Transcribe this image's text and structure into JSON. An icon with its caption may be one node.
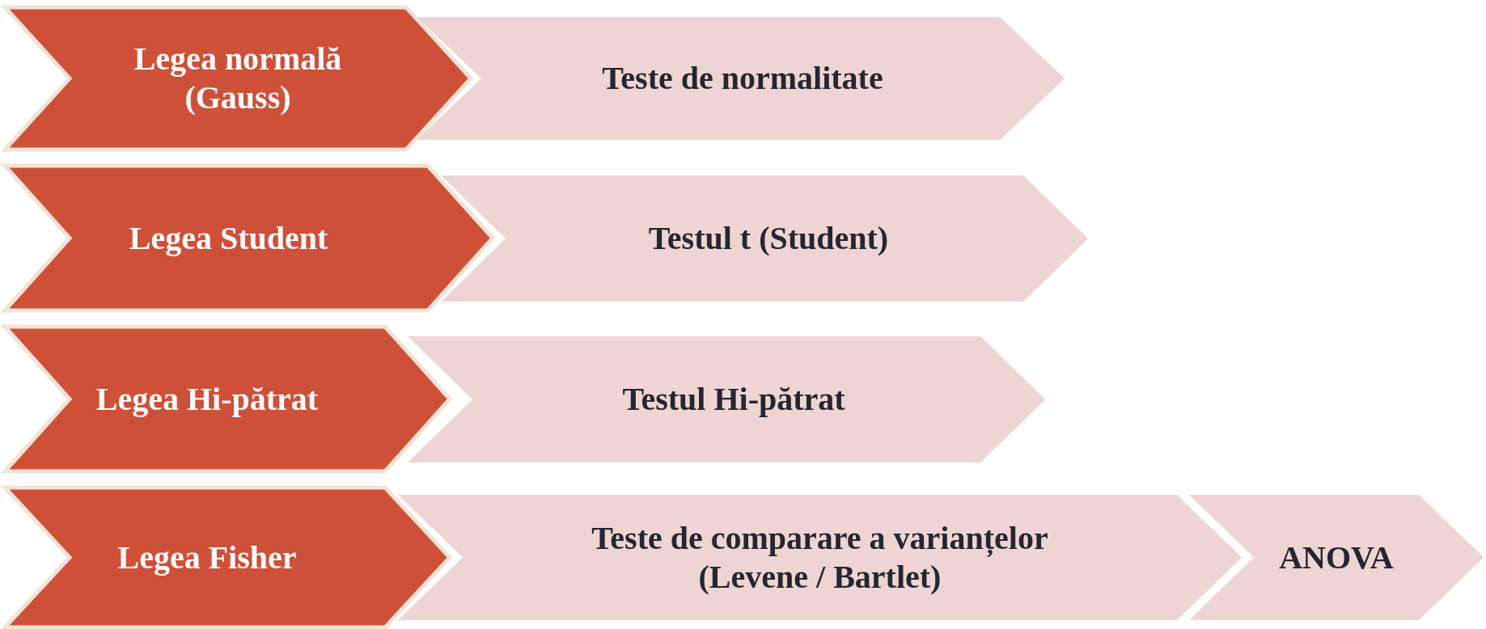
{
  "diagram": {
    "nodes": [
      {
        "text": [
          "Legea normală (Gauss)"
        ]
      },
      {
        "text": [
          "Teste de normalitate"
        ]
      },
      {
        "text": [
          "Legea Student"
        ]
      },
      {
        "text": [
          "Testul t (Student)"
        ]
      },
      {
        "text": [
          "Legea Hi-pătrat"
        ]
      },
      {
        "text": [
          "Testul Hi-pătrat"
        ]
      },
      {
        "text": [
          "Legea Fisher"
        ]
      },
      {
        "text": [
          "Teste de comparare a varianțelor (Levene / Bartlet)"
        ]
      },
      {
        "text": [
          "ANOVA"
        ]
      }
    ]
  }
}
